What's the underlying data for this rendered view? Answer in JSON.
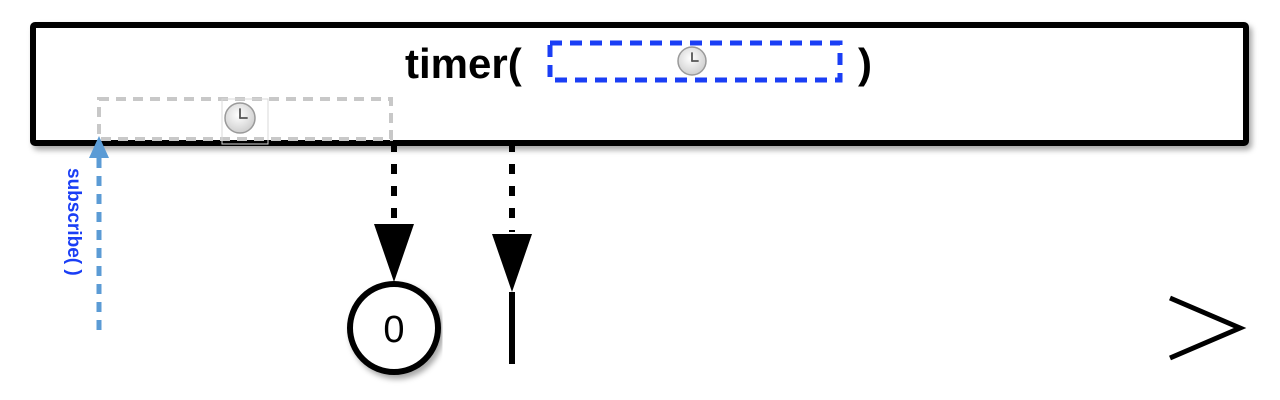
{
  "operator": {
    "name": "timer(",
    "close": ")"
  },
  "subscribe_label": "subscribe( )",
  "emission": {
    "value": "0"
  },
  "icons": {
    "delay_param": "clock-icon",
    "delay_elapsed": "clock-icon"
  },
  "colors": {
    "param_box": "#1a3ef5",
    "subscribe": "#5b9bd5",
    "subscribe_text": "#1a3ef5",
    "delay_box": "#c8c8c8",
    "ink": "#000000"
  }
}
